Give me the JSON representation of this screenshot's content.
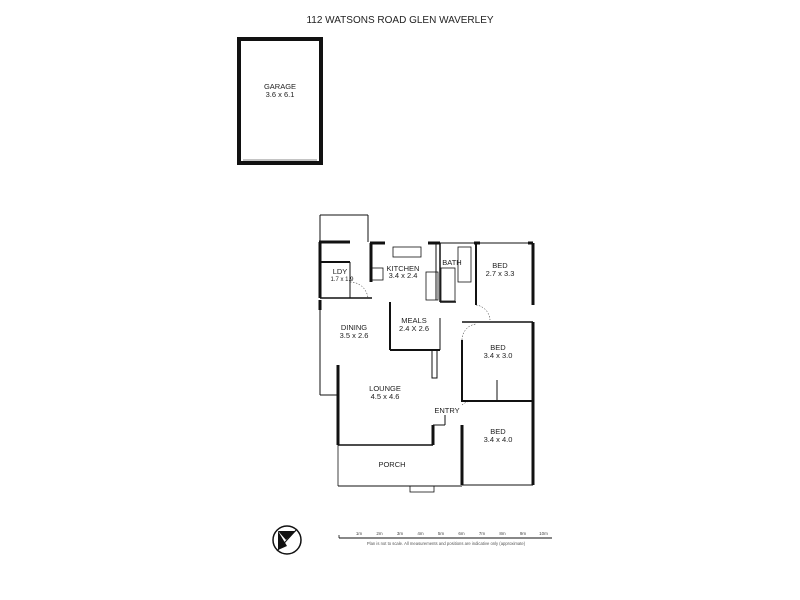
{
  "title": "112 WATSONS ROAD GLEN WAVERLEY",
  "rooms": {
    "garage": {
      "name": "GARAGE",
      "size": "3.6 x 6.1"
    },
    "laundry": {
      "name": "LDY",
      "size": "1.7 x 1.9"
    },
    "kitchen": {
      "name": "KITCHEN",
      "size": "3.4 x 2.4"
    },
    "bath": {
      "name": "BATH"
    },
    "bed1": {
      "name": "BED",
      "size": "2.7 x 3.3"
    },
    "meals": {
      "name": "MEALS",
      "size": "2.4 X 2.6"
    },
    "dining": {
      "name": "DINING",
      "size": "3.5 x 2.6"
    },
    "bed2": {
      "name": "BED",
      "size": "3.4 x 3.0"
    },
    "lounge": {
      "name": "LOUNGE",
      "size": "4.5 x 4.6"
    },
    "entry": {
      "name": "ENTRY"
    },
    "bed3": {
      "name": "BED",
      "size": "3.4 x 4.0"
    },
    "porch": {
      "name": "PORCH"
    }
  },
  "scale": {
    "ticks": [
      "1m",
      "2m",
      "3m",
      "4m",
      "5m",
      "6m",
      "7m",
      "8m",
      "9m",
      "10m"
    ],
    "disclaimer": "Plan is not to scale. All measurements and positions are indicative only (approximate)"
  },
  "compass_icon": "north-arrow-icon"
}
